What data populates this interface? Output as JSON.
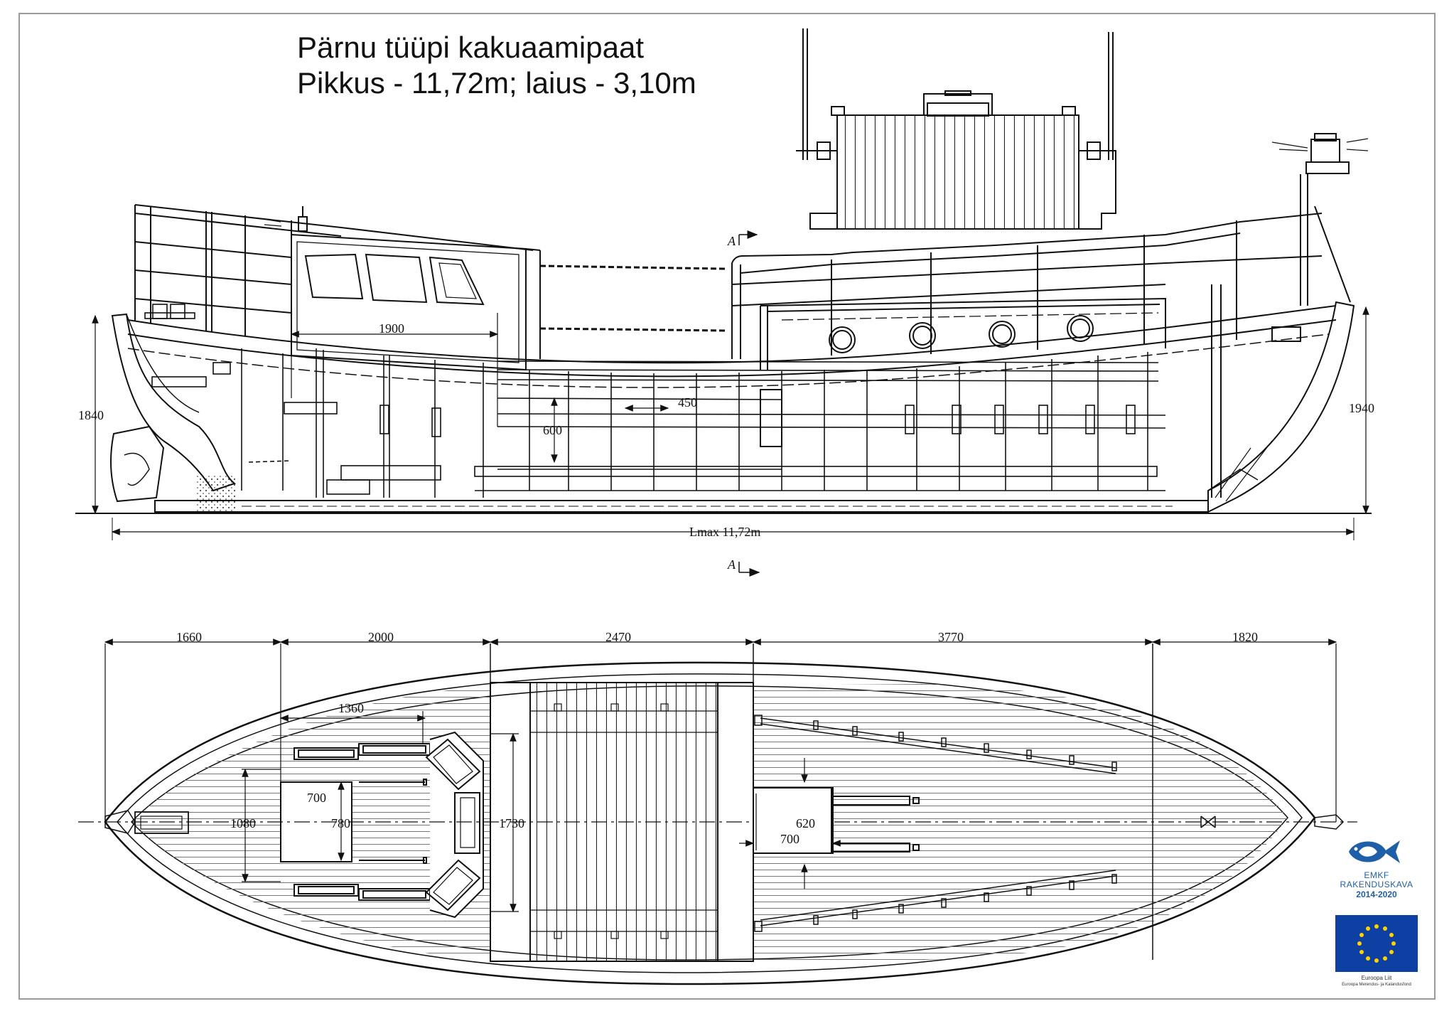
{
  "title": {
    "line1": "Pärnu tüüpi kakuaamipaat",
    "line2": "Pikkus - 11,72m; laius - 3,10m"
  },
  "side_view": {
    "section_marker": "A",
    "dim_cabin_length": "1900",
    "dim_height_aft": "1840",
    "dim_height_fore": "1940",
    "dim_frame_spacing": "450",
    "dim_bench_height": "600",
    "dim_overall_length": "Lmax 11,72m"
  },
  "plan_view": {
    "dims_top": [
      "1660",
      "2000",
      "2470",
      "3770",
      "1820"
    ],
    "dim_cabin_top": "1360",
    "dim_hatch_width": "700",
    "dim_hatch_length": "780",
    "dim_cabin_breadth": "1080",
    "dim_hold_breadth": "1730",
    "dim_engine_breadth": "620",
    "dim_engine_length": "700"
  },
  "logos": {
    "emkf_name": "EMKF",
    "emkf_sub": "RAKENDUSKAVA",
    "emkf_years": "2014-2020",
    "eu_caption": "Euroopa Liit",
    "eu_caption2": "Euroopa Merendus- ja Kalandusfond",
    "fish_color": "#1f5fa8",
    "flag_color": "#0e3fa3",
    "star_color": "#ffd200"
  }
}
